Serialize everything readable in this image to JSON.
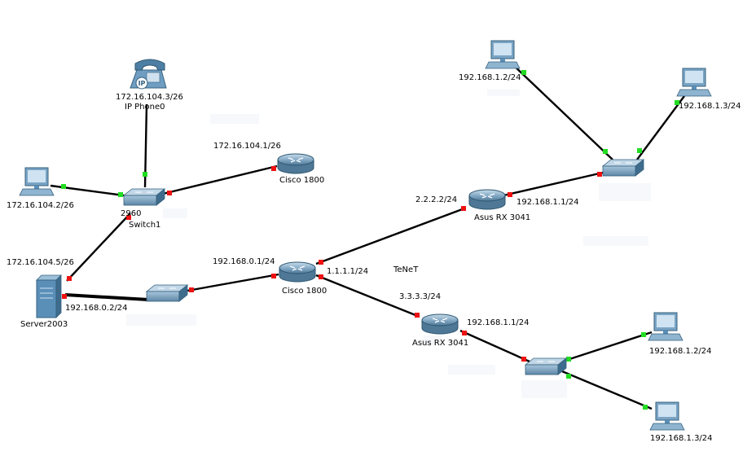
{
  "colors": {
    "link": "#000000",
    "port_up": "#22dd22",
    "port_down": "#ee1111",
    "device_blue": "#5a8fb8"
  },
  "devices": {
    "ip_phone": {
      "ip": "172.16.104.3/26",
      "name": "IP Phone0",
      "icon": "ip-phone-icon"
    },
    "pc_left": {
      "ip": "172.16.104.2/26",
      "icon": "pc-icon"
    },
    "switch1": {
      "model": "2960",
      "name": "Switch1",
      "icon": "switch-icon"
    },
    "router_top": {
      "ip": "172.16.104.1/26",
      "model": "Cisco 1800",
      "icon": "router-icon"
    },
    "server": {
      "ip": "172.16.104.5/26",
      "ip2": "192.168.0.2/24",
      "name": "Server2003",
      "icon": "server-icon"
    },
    "switch_mid": {
      "icon": "switch-icon"
    },
    "router_center": {
      "ip_left": "192.168.0.1/24",
      "ip_right": "1.1.1.1/24",
      "model": "Cisco 1800",
      "icon": "router-icon"
    },
    "cloud_label": "TeNeT",
    "asus_top": {
      "ip_left": "2.2.2.2/24",
      "ip_right": "192.168.1.1/24",
      "model": "Asus RX 3041",
      "icon": "router-icon"
    },
    "asus_bottom": {
      "ip_left": "3.3.3.3/24",
      "ip_right": "192.168.1.1/24",
      "model": "Asus RX 3041",
      "icon": "router-icon"
    },
    "switch_tr": {
      "icon": "switch-icon"
    },
    "switch_br": {
      "icon": "switch-icon"
    },
    "pc_tr1": {
      "ip": "192.168.1.2/24",
      "icon": "pc-icon"
    },
    "pc_tr2": {
      "ip": "192.168.1.3/24",
      "icon": "pc-icon"
    },
    "pc_br1": {
      "ip": "192.168.1.2/24",
      "icon": "pc-icon"
    },
    "pc_br2": {
      "ip": "192.168.1.3/24",
      "icon": "pc-icon"
    }
  }
}
